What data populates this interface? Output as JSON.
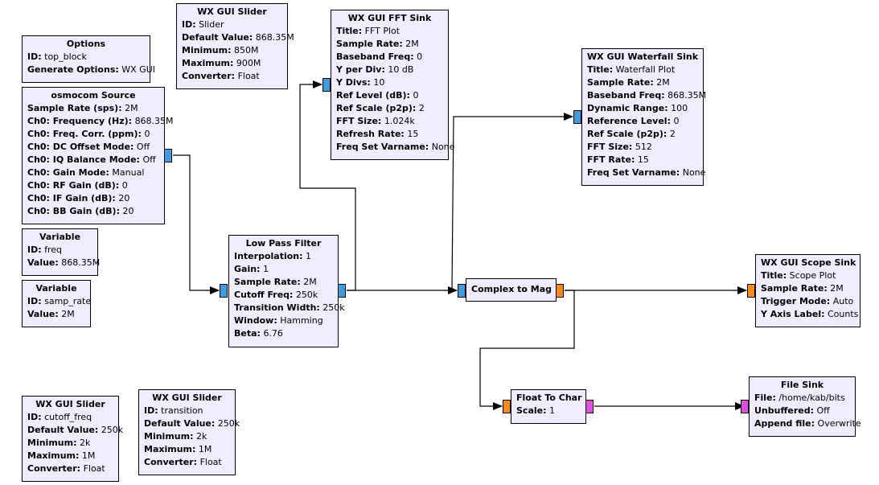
{
  "blocks": [
    {
      "id": "options",
      "title": "Options",
      "rows": [
        {
          "k": "ID:",
          "v": "top_block"
        },
        {
          "k": "Generate Options:",
          "v": "WX GUI"
        }
      ]
    },
    {
      "id": "slider_freq",
      "title": "WX GUI Slider",
      "rows": [
        {
          "k": "ID:",
          "v": "Slider"
        },
        {
          "k": "Default Value:",
          "v": "868.35M"
        },
        {
          "k": "Minimum:",
          "v": "850M"
        },
        {
          "k": "Maximum:",
          "v": "900M"
        },
        {
          "k": "Converter:",
          "v": "Float"
        }
      ]
    },
    {
      "id": "fft_sink",
      "title": "WX GUI FFT Sink",
      "rows": [
        {
          "k": "Title:",
          "v": "FFT Plot"
        },
        {
          "k": "Sample Rate:",
          "v": "2M"
        },
        {
          "k": "Baseband Freq:",
          "v": "0"
        },
        {
          "k": "Y per Div:",
          "v": "10 dB"
        },
        {
          "k": "Y Divs:",
          "v": "10"
        },
        {
          "k": "Ref Level (dB):",
          "v": "0"
        },
        {
          "k": "Ref Scale (p2p):",
          "v": "2"
        },
        {
          "k": "FFT Size:",
          "v": "1.024k"
        },
        {
          "k": "Refresh Rate:",
          "v": "15"
        },
        {
          "k": "Freq Set Varname:",
          "v": "None"
        }
      ]
    },
    {
      "id": "waterfall_sink",
      "title": "WX GUI Waterfall Sink",
      "rows": [
        {
          "k": "Title:",
          "v": "Waterfall Plot"
        },
        {
          "k": "Sample Rate:",
          "v": "2M"
        },
        {
          "k": "Baseband Freq:",
          "v": "868.35M"
        },
        {
          "k": "Dynamic Range:",
          "v": "100"
        },
        {
          "k": "Reference Level:",
          "v": "0"
        },
        {
          "k": "Ref Scale (p2p):",
          "v": "2"
        },
        {
          "k": "FFT Size:",
          "v": "512"
        },
        {
          "k": "FFT Rate:",
          "v": "15"
        },
        {
          "k": "Freq Set Varname:",
          "v": "None"
        }
      ]
    },
    {
      "id": "osmocom_source",
      "title": "osmocom Source",
      "rows": [
        {
          "k": "Sample Rate (sps):",
          "v": "2M"
        },
        {
          "k": "Ch0: Frequency (Hz):",
          "v": "868.35M"
        },
        {
          "k": "Ch0: Freq. Corr. (ppm):",
          "v": "0"
        },
        {
          "k": "Ch0: DC Offset Mode:",
          "v": "Off"
        },
        {
          "k": "Ch0: IQ Balance Mode:",
          "v": "Off"
        },
        {
          "k": "Ch0: Gain Mode:",
          "v": "Manual"
        },
        {
          "k": "Ch0: RF Gain (dB):",
          "v": "0"
        },
        {
          "k": "Ch0: IF Gain (dB):",
          "v": "20"
        },
        {
          "k": "Ch0: BB Gain (dB):",
          "v": "20"
        }
      ]
    },
    {
      "id": "var_freq",
      "title": "Variable",
      "rows": [
        {
          "k": "ID:",
          "v": "freq"
        },
        {
          "k": "Value:",
          "v": "868.35M"
        }
      ]
    },
    {
      "id": "var_samp_rate",
      "title": "Variable",
      "rows": [
        {
          "k": "ID:",
          "v": "samp_rate"
        },
        {
          "k": "Value:",
          "v": "2M"
        }
      ]
    },
    {
      "id": "low_pass",
      "title": "Low Pass Filter",
      "rows": [
        {
          "k": "Interpolation:",
          "v": "1"
        },
        {
          "k": "Gain:",
          "v": "1"
        },
        {
          "k": "Sample Rate:",
          "v": "2M"
        },
        {
          "k": "Cutoff Freq:",
          "v": "250k"
        },
        {
          "k": "Transition Width:",
          "v": "250k"
        },
        {
          "k": "Window:",
          "v": "Hamming"
        },
        {
          "k": "Beta:",
          "v": "6.76"
        }
      ]
    },
    {
      "id": "complex_mag",
      "title": "Complex to Mag",
      "rows": []
    },
    {
      "id": "scope_sink",
      "title": "WX GUI Scope Sink",
      "rows": [
        {
          "k": "Title:",
          "v": "Scope Plot"
        },
        {
          "k": "Sample Rate:",
          "v": "2M"
        },
        {
          "k": "Trigger Mode:",
          "v": "Auto"
        },
        {
          "k": "Y Axis Label:",
          "v": "Counts"
        }
      ]
    },
    {
      "id": "float_char",
      "title": "Float To Char",
      "rows": [
        {
          "k": "Scale:",
          "v": "1"
        }
      ]
    },
    {
      "id": "file_sink",
      "title": "File Sink",
      "rows": [
        {
          "k": "File:",
          "v": "/home/kab/bits"
        },
        {
          "k": "Unbuffered:",
          "v": "Off"
        },
        {
          "k": "Append file:",
          "v": "Overwrite"
        }
      ]
    },
    {
      "id": "slider_cutoff",
      "title": "WX GUI Slider",
      "rows": [
        {
          "k": "ID:",
          "v": "cutoff_freq"
        },
        {
          "k": "Default Value:",
          "v": "250k"
        },
        {
          "k": "Minimum:",
          "v": "2k"
        },
        {
          "k": "Maximum:",
          "v": "1M"
        },
        {
          "k": "Converter:",
          "v": "Float"
        }
      ]
    },
    {
      "id": "slider_transition",
      "title": "WX GUI Slider",
      "rows": [
        {
          "k": "ID:",
          "v": "transition"
        },
        {
          "k": "Default Value:",
          "v": "250k"
        },
        {
          "k": "Minimum:",
          "v": "2k"
        },
        {
          "k": "Maximum:",
          "v": "1M"
        },
        {
          "k": "Converter:",
          "v": "Float"
        }
      ]
    }
  ],
  "colors": {
    "block_bg": "#f1ecff",
    "complex_port": "#3f9ae0",
    "float_port": "#f28a1e",
    "byte_port": "#e04ee0"
  },
  "connections": [
    {
      "from": "osmocom_source",
      "to": "low_pass"
    },
    {
      "from": "low_pass",
      "to": "fft_sink"
    },
    {
      "from": "low_pass",
      "to": "waterfall_sink"
    },
    {
      "from": "low_pass",
      "to": "complex_mag"
    },
    {
      "from": "complex_mag",
      "to": "scope_sink"
    },
    {
      "from": "complex_mag",
      "to": "float_char"
    },
    {
      "from": "float_char",
      "to": "file_sink"
    }
  ]
}
